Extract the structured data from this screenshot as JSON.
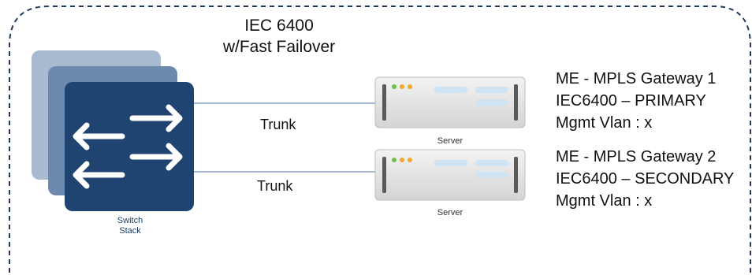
{
  "title": {
    "line1": "IEC 6400",
    "line2": "w/Fast Failover"
  },
  "switch_stack": {
    "label_line1": "Switch",
    "label_line2": "Stack"
  },
  "links": [
    {
      "label": "Trunk"
    },
    {
      "label": "Trunk"
    }
  ],
  "servers": [
    {
      "caption": "Server"
    },
    {
      "caption": "Server"
    }
  ],
  "gateways": [
    {
      "line1": "ME - MPLS Gateway 1",
      "line2": "IEC6400 – PRIMARY",
      "line3": "Mgmt Vlan : x"
    },
    {
      "line1": "ME - MPLS Gateway 2",
      "line2": "IEC6400 – SECONDARY",
      "line3": "Mgmt Vlan : x"
    }
  ],
  "colors": {
    "border_dash": "#1f3a5c",
    "switch_back": "#a9bbd0",
    "switch_mid": "#6d89ad",
    "switch_front": "#1f4472",
    "link_line": "#6d8fb4",
    "server_body": "#e6e6e6",
    "led_green": "#6fbe45",
    "led_orange": "#f0a830",
    "server_slot": "#cfe3f3"
  }
}
